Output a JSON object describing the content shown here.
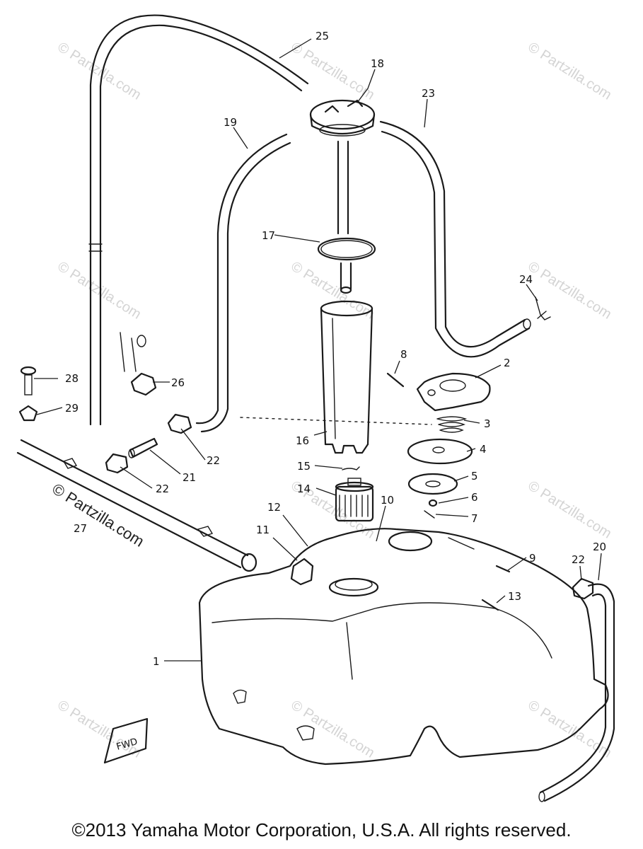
{
  "watermark": "© Partzilla.com",
  "callouts": [
    "25",
    "18",
    "23",
    "19",
    "17",
    "24",
    "8",
    "2",
    "28",
    "26",
    "3",
    "29",
    "22",
    "16",
    "4",
    "15",
    "21",
    "22",
    "14",
    "5",
    "6",
    "10",
    "12",
    "7",
    "27",
    "11",
    "9",
    "22",
    "20",
    "13",
    "1"
  ],
  "fwd_tag": "FWD",
  "copyright": "©2013  Yamaha Motor Corporation, U.S.A. All rights reserved."
}
